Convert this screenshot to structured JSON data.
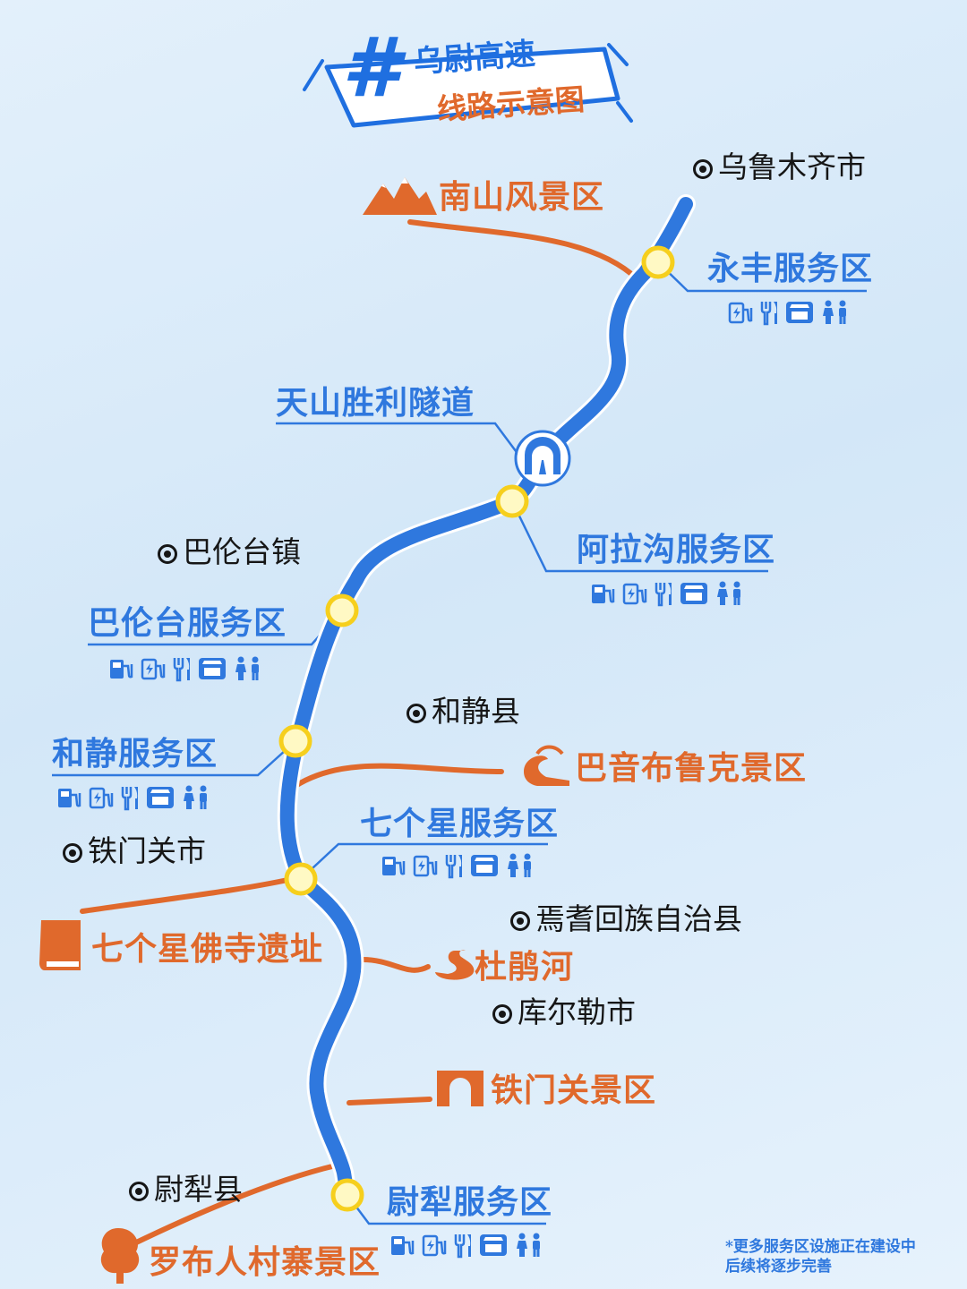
{
  "title": {
    "hash": "#",
    "line1": "乌尉高速",
    "line2": "线路示意图"
  },
  "cities": [
    {
      "id": "urumqi",
      "name": "乌鲁木齐市"
    },
    {
      "id": "baluntai",
      "name": "巴伦台镇"
    },
    {
      "id": "hejing",
      "name": "和静县"
    },
    {
      "id": "tiemenguan",
      "name": "铁门关市"
    },
    {
      "id": "yanqi",
      "name": "焉耆回族自治县"
    },
    {
      "id": "korla",
      "name": "库尔勒市"
    },
    {
      "id": "yuli",
      "name": "尉犁县"
    }
  ],
  "service_areas": [
    {
      "id": "yongfeng",
      "name": "永丰服务区",
      "amenities": [
        "ev-charging",
        "dining",
        "shop",
        "restroom"
      ]
    },
    {
      "id": "alagou",
      "name": "阿拉沟服务区",
      "amenities": [
        "fuel",
        "ev-charging",
        "dining",
        "shop",
        "restroom"
      ]
    },
    {
      "id": "baluntai-sa",
      "name": "巴伦台服务区",
      "amenities": [
        "fuel",
        "ev-charging",
        "dining",
        "shop",
        "restroom"
      ]
    },
    {
      "id": "hejing-sa",
      "name": "和静服务区",
      "amenities": [
        "fuel",
        "ev-charging",
        "dining",
        "shop",
        "restroom"
      ]
    },
    {
      "id": "qigexing",
      "name": "七个星服务区",
      "amenities": [
        "fuel",
        "ev-charging",
        "dining",
        "shop",
        "restroom"
      ]
    },
    {
      "id": "yuli-sa",
      "name": "尉犁服务区",
      "amenities": [
        "fuel",
        "ev-charging",
        "dining",
        "shop",
        "restroom"
      ]
    }
  ],
  "tunnel": {
    "name": "天山胜利隧道",
    "icon": "tunnel-icon"
  },
  "scenic_spots": [
    {
      "id": "nanshan",
      "name": "南山风景区",
      "icon": "mountain-icon"
    },
    {
      "id": "bayinbuluke",
      "name": "巴音布鲁克景区",
      "icon": "river-bend-icon"
    },
    {
      "id": "qigexing-temple",
      "name": "七个星佛寺遗址",
      "icon": "book-icon"
    },
    {
      "id": "duhe",
      "name": "杜鹃河",
      "icon": "swan-icon"
    },
    {
      "id": "tiemenguan-scenic",
      "name": "铁门关景区",
      "icon": "gate-icon"
    },
    {
      "id": "luobu",
      "name": "罗布人村寨景区",
      "icon": "tree-icon"
    }
  ],
  "note": {
    "line1": "*更多服务区设施正在建设中",
    "line2": "后续将逐步完善"
  },
  "colors": {
    "route": "#2f78de",
    "route_outline": "#ffffff",
    "scenic": "#e0692c",
    "service_text": "#2f78de",
    "node_fill": "#fff9c4",
    "node_ring": "#f6cf1d",
    "city_text": "#161616",
    "background": "#d9ebf9"
  }
}
